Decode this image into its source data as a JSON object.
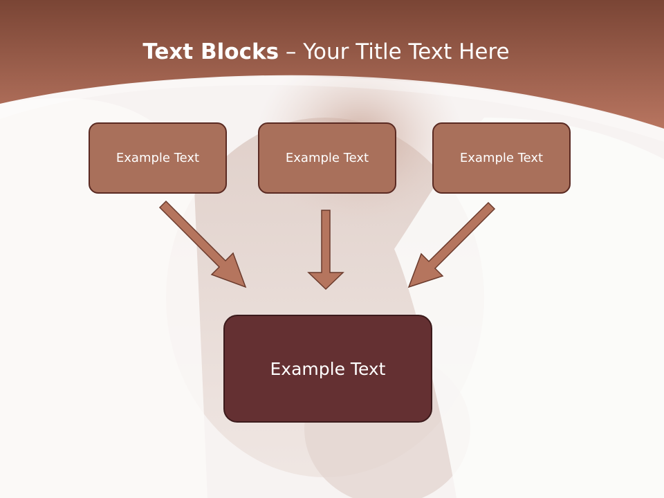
{
  "slide": {
    "title_bold": "Text Blocks",
    "title_rest": " – Your Title Text Here"
  },
  "diagram": {
    "top_blocks": [
      {
        "label": "Example Text"
      },
      {
        "label": "Example Text"
      },
      {
        "label": "Example Text"
      }
    ],
    "bottom_block": {
      "label": "Example Text"
    }
  },
  "colors": {
    "header_top": "#7a4535",
    "header_bottom": "#b87560",
    "block_fill": "#a9705b",
    "block_border": "#5a2a22",
    "bottom_block_fill": "#643032",
    "arrow_fill": "#b5755e",
    "arrow_stroke": "#6a3a2c"
  }
}
